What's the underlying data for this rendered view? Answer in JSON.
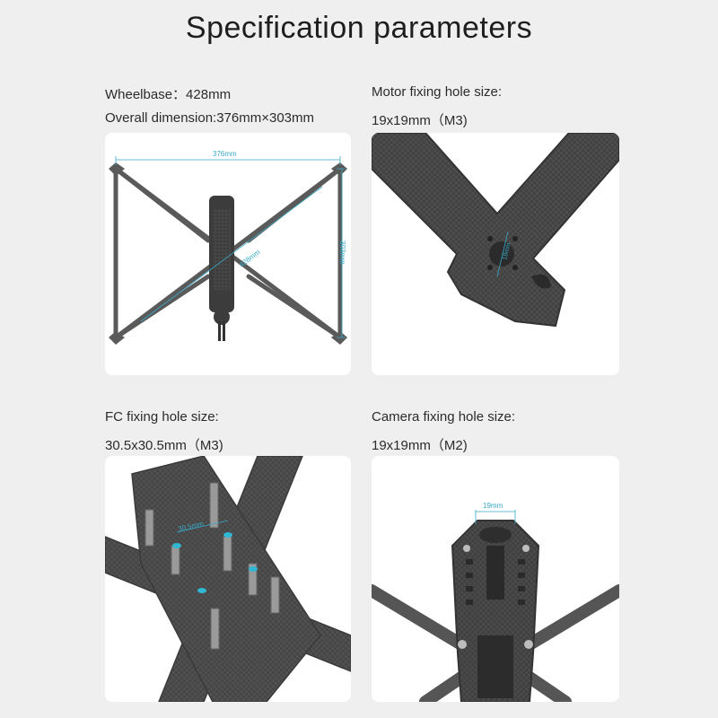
{
  "title": "Specification parameters",
  "specs": {
    "wheelbase": "Wheelbase：428mm",
    "overall_dimension": "Overall dimension:376mm×303mm",
    "motor_label": "Motor fixing hole size:",
    "motor_value": "19x19mm（M3)",
    "fc_label": "FC fixing hole size:",
    "fc_value": "30.5x30.5mm（M3)",
    "camera_label": "Camera fixing hole size:",
    "camera_value": "19x19mm（M2)"
  },
  "annotations": {
    "width": "376mm",
    "height": "303mm",
    "wheelbase": "428mm",
    "motor_hole": "19mm",
    "fc_hole": "30.5mm",
    "camera_hole": "19mm"
  },
  "colors": {
    "background": "#efefef",
    "panel": "#ffffff",
    "carbon": "#4a4a4a",
    "dimension": "#38a9c6"
  }
}
